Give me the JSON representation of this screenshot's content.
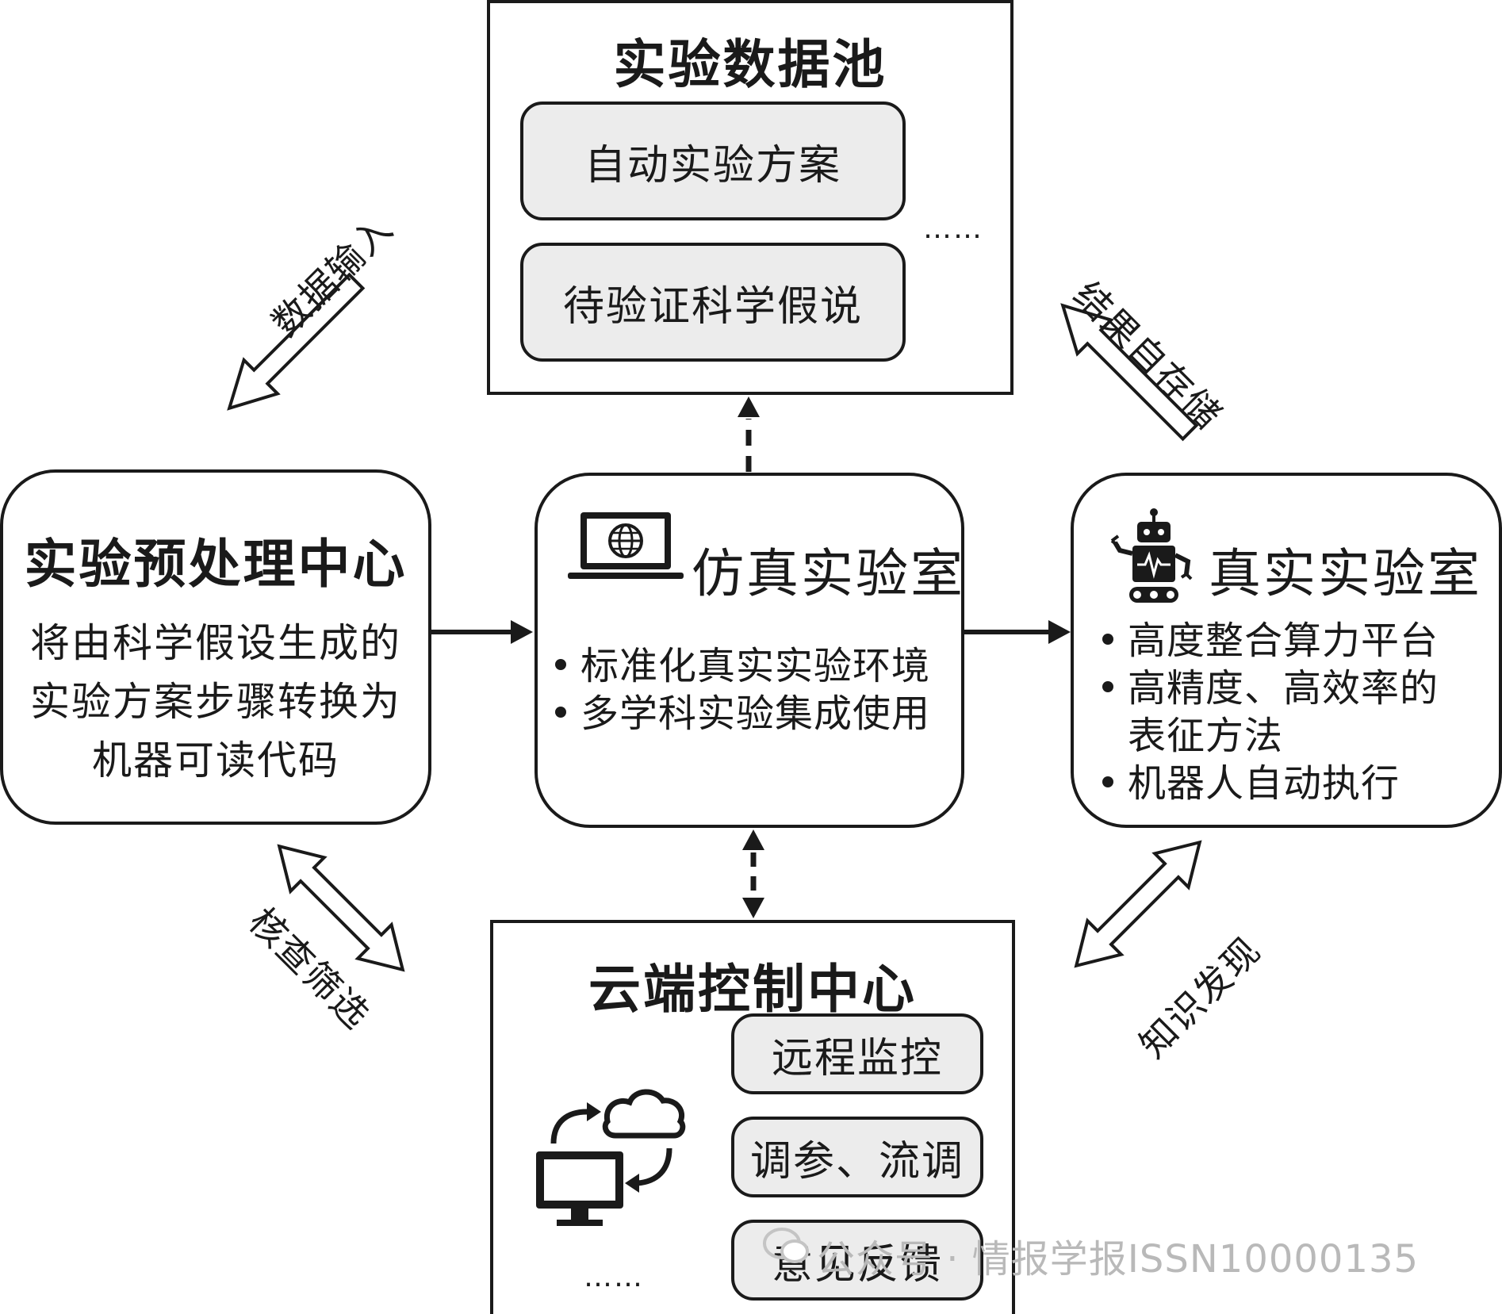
{
  "data_pool": {
    "title": "实验数据池",
    "items": [
      "自动实验方案",
      "待验证科学假说"
    ],
    "ellipsis": "……"
  },
  "preprocess": {
    "title": "实验预处理中心",
    "lines": [
      "将由科学假设生成的",
      "实验方案步骤转换为",
      "机器可读代码"
    ]
  },
  "simulation": {
    "title": "仿真实验室",
    "bullets": [
      "标准化真实实验环境",
      "多学科实验集成使用"
    ]
  },
  "real_lab": {
    "title": "真实实验室",
    "bullets": [
      "高度整合算力平台",
      "高精度、高效率的",
      "表征方法",
      "机器人自动执行"
    ]
  },
  "cloud": {
    "title": "云端控制中心",
    "items": [
      "远程监控",
      "调参、流调",
      "意见反馈"
    ],
    "ellipsis": "……"
  },
  "arrows": {
    "data_input": "数据输入",
    "result_store": "结果自存储",
    "check_filter": "核查筛选",
    "knowledge": "知识发现"
  },
  "watermark": {
    "text": "公众号 · 情报学报ISSN10000135"
  }
}
